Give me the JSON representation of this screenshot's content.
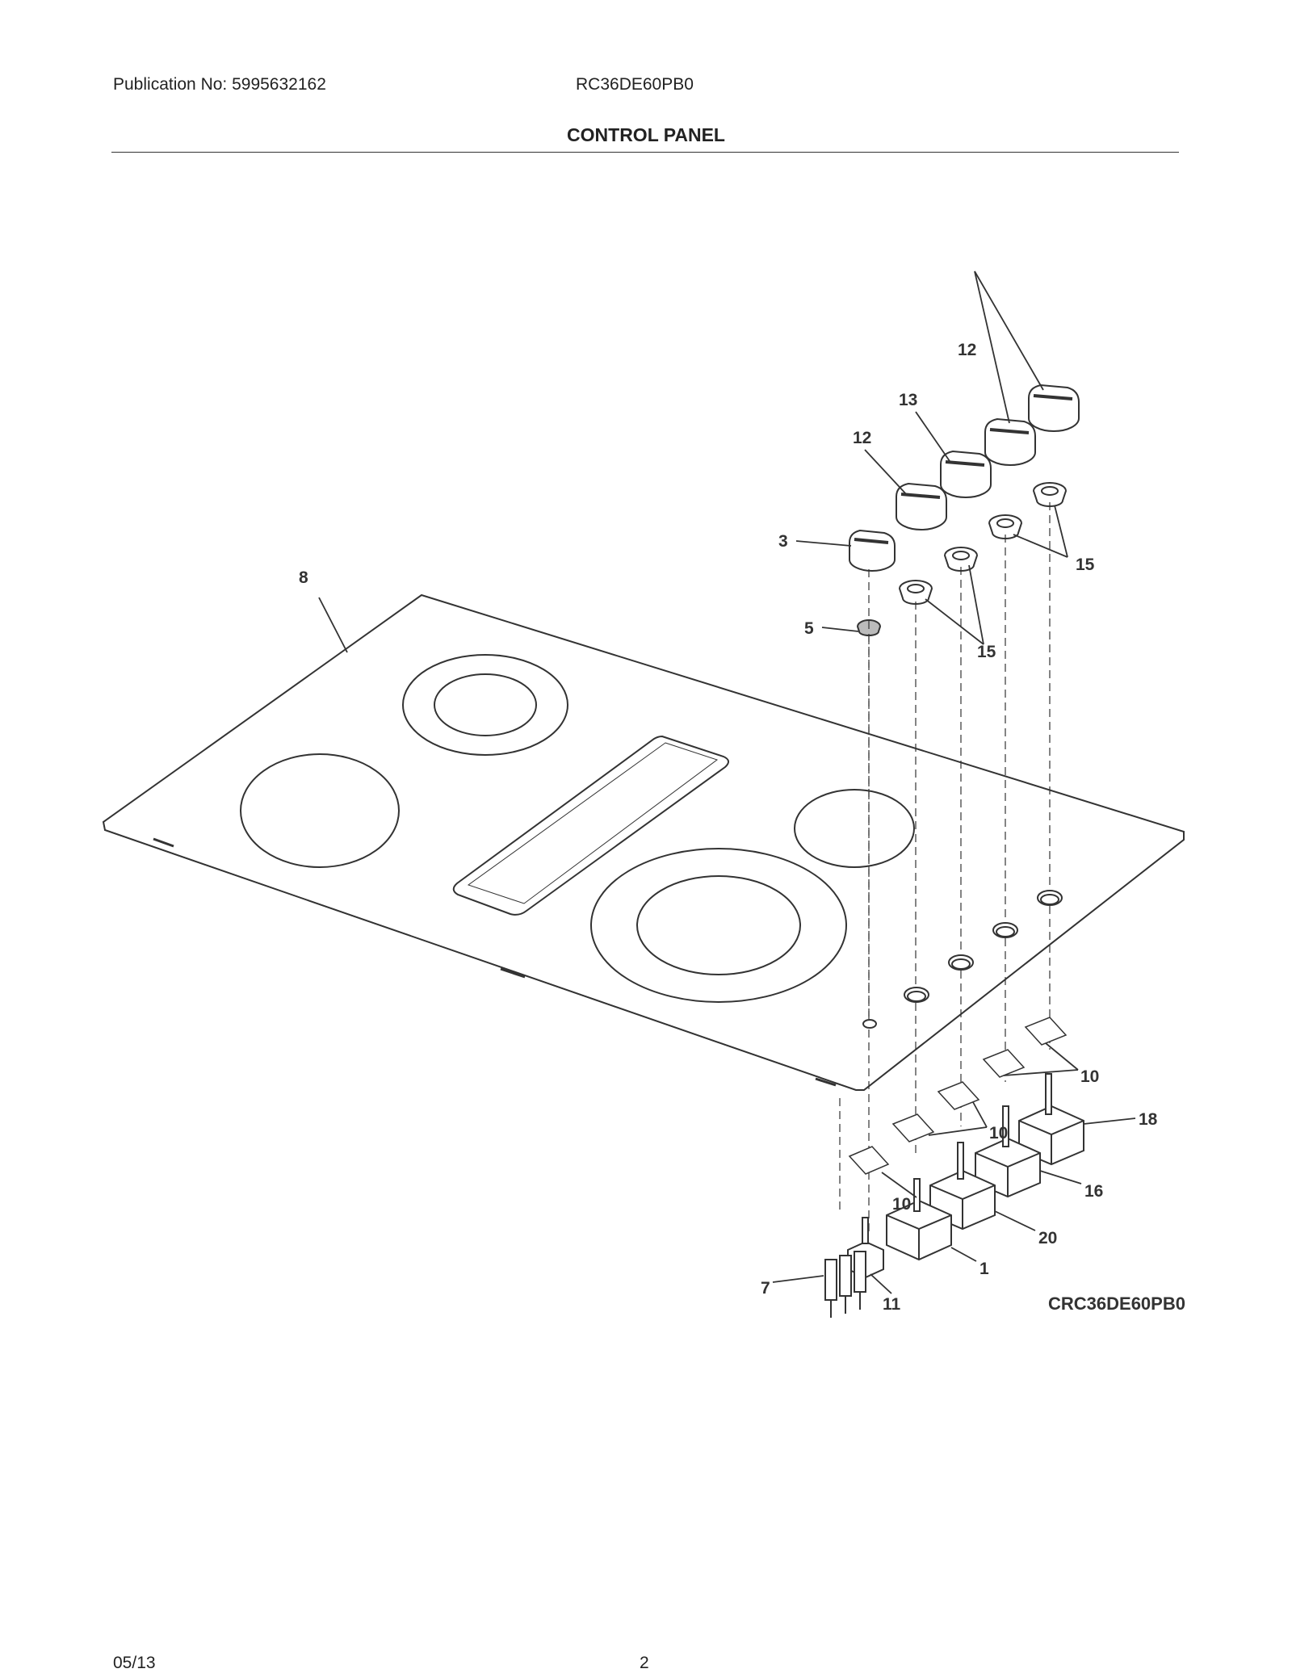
{
  "header": {
    "publication": "Publication No: 5995632162",
    "model": "RC36DE60PB0",
    "title": "CONTROL PANEL"
  },
  "diagram": {
    "labels": [
      "12",
      "13",
      "12",
      "3",
      "8",
      "5",
      "15",
      "15",
      "10",
      "18",
      "10",
      "16",
      "10",
      "20",
      "1",
      "7",
      "11"
    ],
    "code": "CRC36DE60PB0"
  },
  "footer": {
    "date": "05/13",
    "page": "2"
  }
}
